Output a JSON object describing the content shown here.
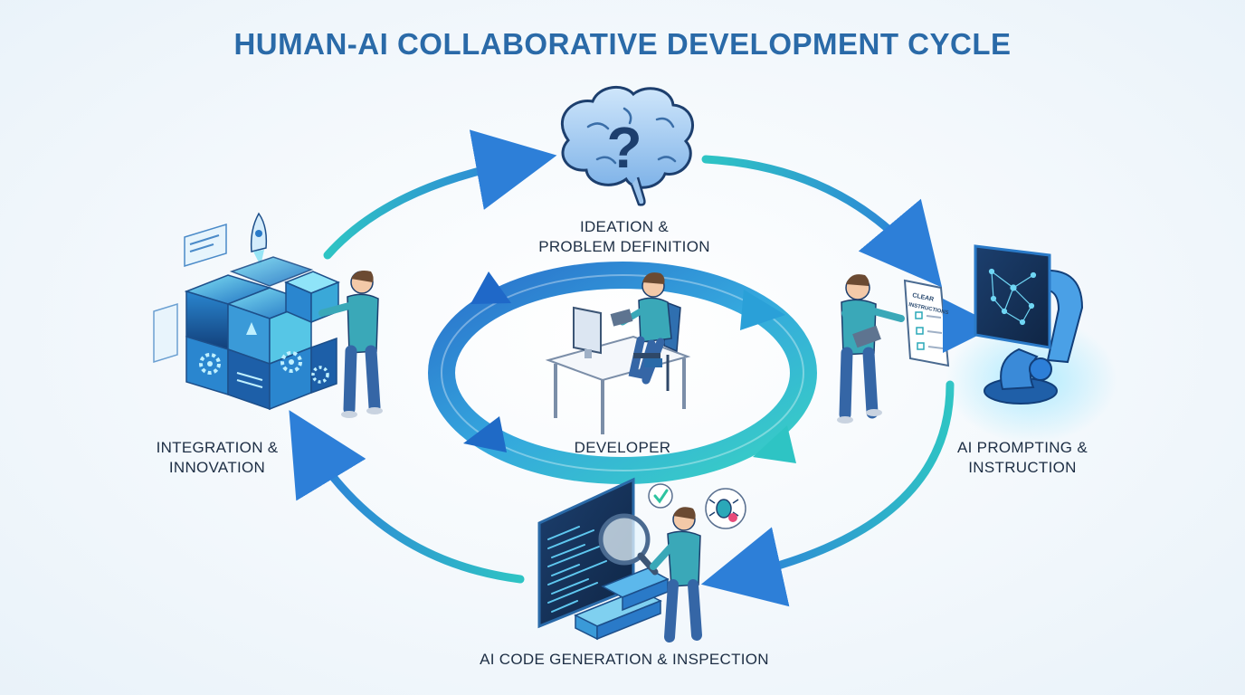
{
  "title": "HUMAN-AI COLLABORATIVE DEVELOPMENT CYCLE",
  "stages": {
    "ideation": {
      "line1": "IDEATION &",
      "line2": "PROBLEM DEFINITION"
    },
    "prompting": {
      "line1": "AI PROMPTING &",
      "line2": "INSTRUCTION"
    },
    "codegen": {
      "line1": "AI CODE GENERATION & INSPECTION"
    },
    "integration": {
      "line1": "INTEGRATION &",
      "line2": "INNOVATION"
    }
  },
  "center": {
    "label": "DEVELOPER"
  },
  "document": {
    "line1": "CLEAR",
    "line2": "INSTRUCTIONS"
  },
  "colors": {
    "title": "#2a6aa8",
    "arrow_blue": "#2d7fd8",
    "arrow_teal": "#2ec4c4",
    "shirt": "#3aa8b8",
    "pants": "#3566a6",
    "cube_dark": "#1f5fa8",
    "cube_light": "#56c6e6"
  },
  "icons": [
    "brain-question-icon",
    "rocket-icon",
    "gear-icon",
    "checkmark-icon",
    "bug-icon",
    "magnifier-icon",
    "robot-arm-icon"
  ]
}
